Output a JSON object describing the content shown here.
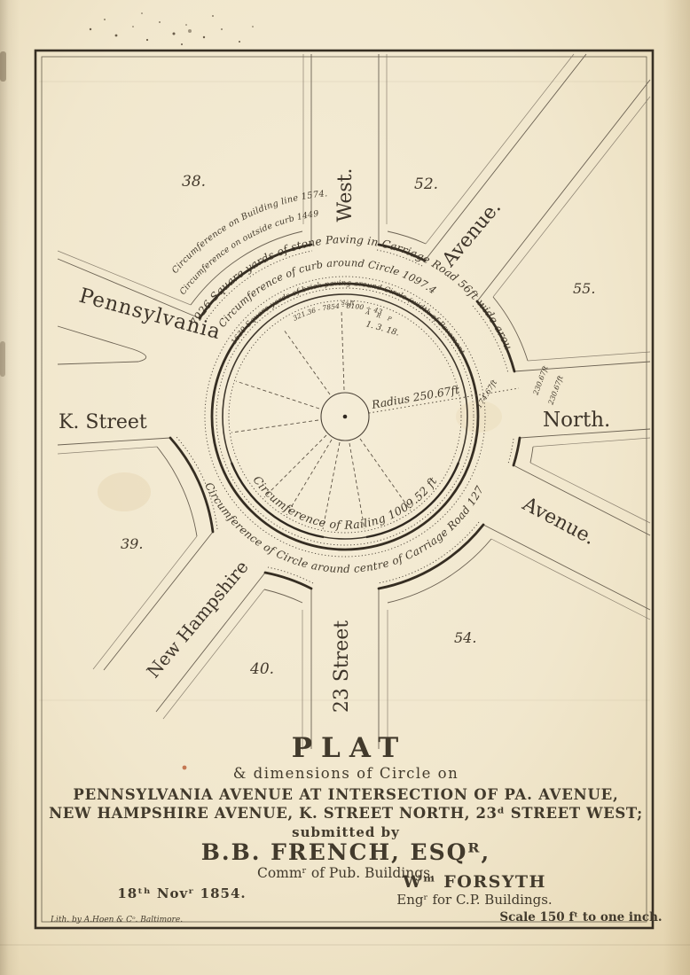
{
  "colors": {
    "paper": "#f1e7cd",
    "ink": "#433a2c",
    "frame": "#372f23"
  },
  "streets": {
    "pennsylvania": "Pennsylvania",
    "west": "West.",
    "avenue_ne": "Avenue.",
    "k_street": "K. Street",
    "north": "North.",
    "avenue_se": "Avenue.",
    "new_hampshire": "New Hampshire",
    "street_23": "23 Street"
  },
  "lots": {
    "n38": "38.",
    "n52": "52.",
    "n55": "55.",
    "n39": "39.",
    "n40": "40.",
    "n54": "54."
  },
  "dims": {
    "building_line": "Circumference on Building line 1574.95ft",
    "outside_curb": "Circumference on outside curb 1449.32ft",
    "stone_paving": "7926 Square yards of stone Paving in Carriage Road 56ft wide around Circle.",
    "curb": "Circumference of curb around Circle 1097.46ft.",
    "brick_paving": "1639 Square yards of brick paving around Circle (width of Pavement 14ft)160.67ft",
    "formula": "321.36 - 7854 - 8100 ÷ 43560 -",
    "formula_sqft": "Sq.ft",
    "formula_arp": "A R P",
    "formula_result": "1. 3. 18.",
    "radius": "Radius 250.67ft",
    "railing": "Circumference of Railing 1009.52 ft.",
    "carriage_centre": "Circumference of Circle around centre of Carriage Road 1273.39ft.",
    "d230a": "230.67ft",
    "d230b": "230.67ft",
    "d174": "174.67ft"
  },
  "title_block": {
    "title": "PLAT",
    "subtitle": "& dimensions of Circle on",
    "line1": "PENNSYLVANIA AVENUE AT INTERSECTION OF PA. AVENUE,",
    "line2": "NEW HAMPSHIRE AVENUE, K. STREET NORTH, 23ᵈ STREET WEST;",
    "submitted": "submitted by",
    "commissioner": "B.B. FRENCH, ESQᴿ,",
    "commissioner_title": "Commʳ of Pub. Buildings.",
    "engineer": "Wᵐ FORSYTH",
    "engineer_title": "Engʳ for C.P. Buildings.",
    "date": "18ᵗʰ Novʳ 1854.",
    "lithographer": "Lith. by A.Hoen & Cᵒ. Baltimore.",
    "scale": "Scale 150 fᵗ to one inch."
  }
}
